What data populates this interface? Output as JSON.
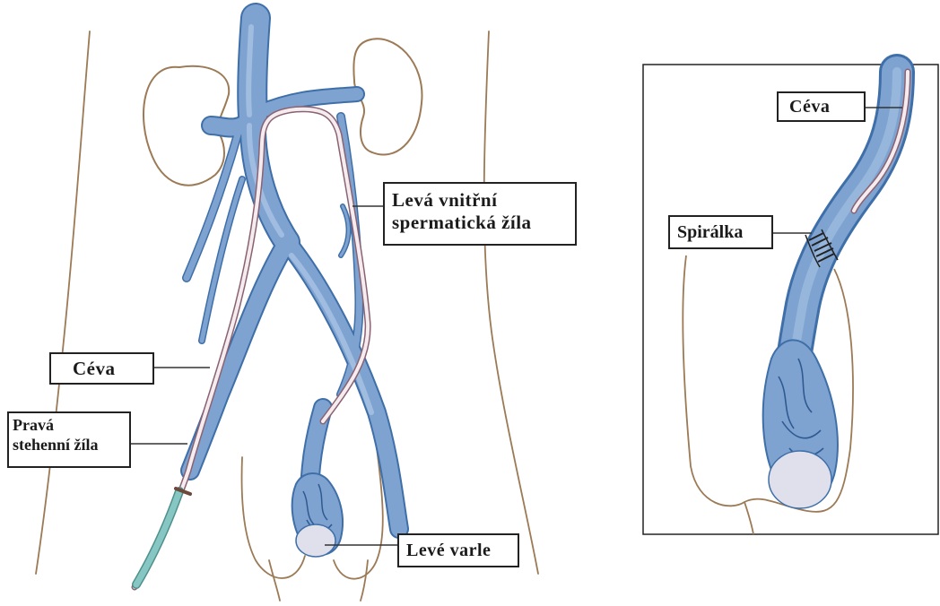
{
  "colors": {
    "vein_fill": "#7ea3d0",
    "vein_stroke": "#3f6fa8",
    "vein_light": "#a9c3e4",
    "catheter": "#f4ecef",
    "catheter_edge": "#8a6272",
    "sheath": "#86c7c4",
    "skin_outline": "#9b7a55",
    "testis": "#dfe0ec",
    "label_border": "#222222"
  },
  "main_figure": {
    "labels": {
      "left_spermatic_vein": [
        "Levá vnitřní",
        "spermatická žíla"
      ],
      "vessel": [
        "Céva"
      ],
      "right_femoral_vein": [
        "Pravá",
        "stehenní žíla"
      ],
      "left_testis": [
        "Levé varle"
      ]
    }
  },
  "inset_figure": {
    "labels": {
      "vessel": [
        "Céva"
      ],
      "coil": [
        "Spirálka"
      ]
    }
  }
}
